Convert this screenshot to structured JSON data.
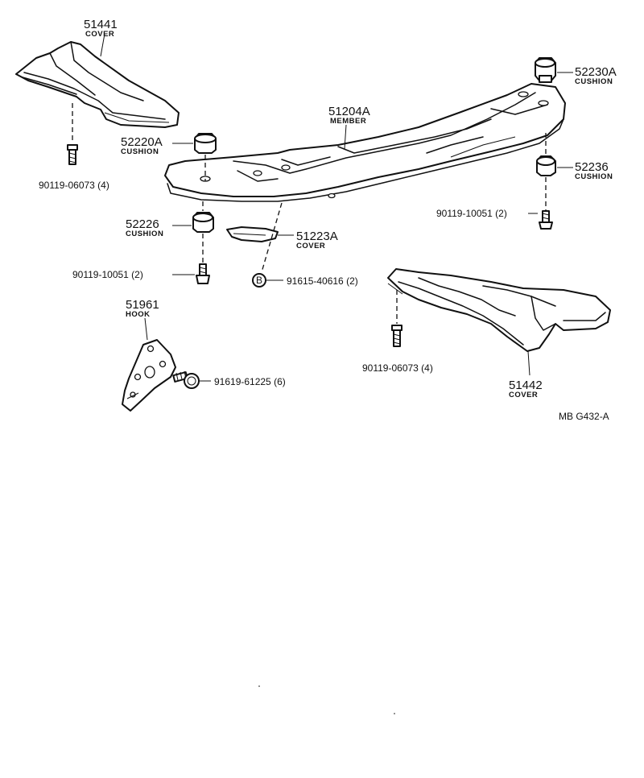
{
  "labels": {
    "cover_left": {
      "number": "51441",
      "name": "COVER"
    },
    "cushion_upper_left": {
      "number": "52220A",
      "name": "CUSHION"
    },
    "bolt_left_cover": {
      "text": "90119-06073 (4)"
    },
    "cushion_lower_left": {
      "number": "52226",
      "name": "CUSHION"
    },
    "bolt_lower_left": {
      "text": "90119-10051 (2)"
    },
    "member": {
      "number": "51204A",
      "name": "MEMBER"
    },
    "cover_small": {
      "number": "51223A",
      "name": "COVER"
    },
    "clip_b": {
      "marker": "B",
      "text": "91615-40616 (2)"
    },
    "cushion_upper_right": {
      "number": "52230A",
      "name": "CUSHION"
    },
    "cushion_lower_right": {
      "number": "52236",
      "name": "CUSHION"
    },
    "bolt_right": {
      "text": "90119-10051 (2)"
    },
    "hook": {
      "number": "51961",
      "name": "HOOK"
    },
    "bolt_hook": {
      "text": "91619-61225 (6)"
    },
    "bolt_right_cover": {
      "text": "90119-06073 (4)"
    },
    "cover_right": {
      "number": "51442",
      "name": "COVER"
    },
    "diagram_code": {
      "text": "MB  G432-A"
    }
  }
}
